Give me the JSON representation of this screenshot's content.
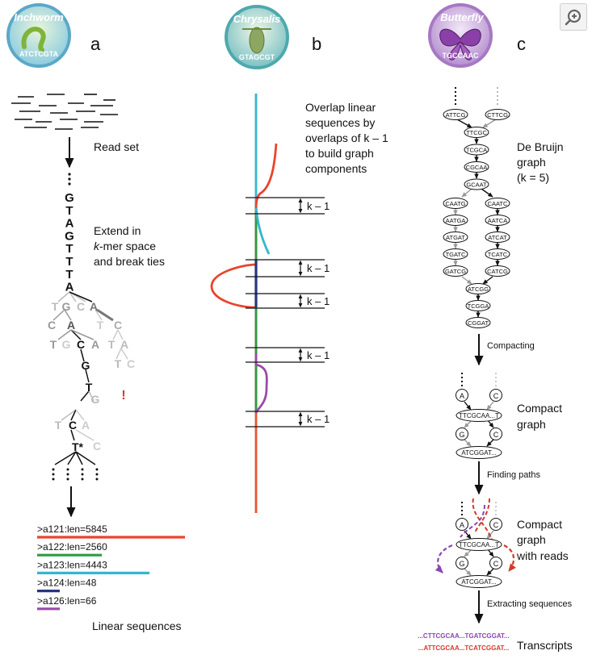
{
  "zoom_button": {
    "icon": "zoom-in-icon"
  },
  "panels": {
    "a": {
      "letter": "a",
      "badge": {
        "title": "Inchworm",
        "letters": "ATCTCGTA",
        "color": "#3aa0c0"
      },
      "read_set_label": "Read set",
      "sequence": [
        "G",
        "T",
        "A",
        "G",
        "T",
        "T",
        "T",
        "A"
      ],
      "extend_label_line1": "Extend in",
      "extend_label_line2_italic": "k",
      "extend_label_line2_rest": "-mer space",
      "extend_label_line3": "and break ties",
      "tree_labels": {
        "row1": [
          "T",
          "G",
          "C",
          "A"
        ],
        "row2": [
          "C",
          "A",
          "T",
          "C"
        ],
        "row3": [
          "T",
          "G",
          "C",
          "A",
          "T",
          "A"
        ],
        "row4": [
          "G",
          "T",
          "C"
        ],
        "row5": [
          "T",
          "G"
        ],
        "row6": [
          "T",
          "C",
          "A"
        ],
        "row7": [
          "T*",
          "C"
        ],
        "exclaim": "!"
      },
      "contigs": [
        {
          "label": ">a121:len=5845",
          "length": 5845,
          "color": "#e8452c"
        },
        {
          "label": ">a122:len=2560",
          "length": 2560,
          "color": "#2f9a43"
        },
        {
          "label": ">a123:len=4443",
          "length": 4443,
          "color": "#35b6cf"
        },
        {
          "label": ">a124:len=48",
          "length": 48,
          "color": "#27357d"
        },
        {
          "label": ">a126:len=66",
          "length": 66,
          "color": "#9a4aa8"
        }
      ],
      "linear_label": "Linear sequences"
    },
    "b": {
      "letter": "b",
      "badge": {
        "title": "Chrysalis",
        "letters": "GTAGCGT",
        "color": "#2f9aa0"
      },
      "text_lines": [
        "Overlap linear",
        "sequences by",
        "overlaps of k – 1",
        "to build graph",
        "components"
      ],
      "overlap_label": "k – 1"
    },
    "c": {
      "letter": "c",
      "badge": {
        "title": "Butterfly",
        "letters": "TGCCAAC",
        "color": "#9b5fb5"
      },
      "debruijn_label": [
        "De Bruijn",
        "graph",
        "(k = 5)"
      ],
      "nodes": {
        "top_left": "ATTCG",
        "top_right": "CTTCG",
        "chain": [
          "TTCGC",
          "TCGCA",
          "CGCAA",
          "GCAAT"
        ],
        "left_branch": [
          "CAATG",
          "AATGA",
          "ATGAT",
          "TGATC",
          "GATCG"
        ],
        "right_branch": [
          "CAATC",
          "AATCA",
          "ATCAT",
          "TCATC",
          "CATCG"
        ],
        "bottom": [
          "ATCGG",
          "TCGGA",
          "CGGAT"
        ]
      },
      "compacting_label": "Compacting",
      "compact_label": [
        "Compact",
        "graph"
      ],
      "compact_nodes": {
        "a": "A",
        "c": "C",
        "long": "TTCGCAA...T",
        "g": "G",
        "c2": "C",
        "end": "ATCGGAT..."
      },
      "finding_label": "Finding paths",
      "reads_label": [
        "Compact",
        "graph",
        "with reads"
      ],
      "extracting_label": "Extracting sequences",
      "transcripts": [
        {
          "text": "...CTTCGCAA...TGATCGGAT...",
          "color": "#8a46b0"
        },
        {
          "text": "...ATTCGCAA...TCATCGGAT...",
          "color": "#d23a2a"
        }
      ],
      "transcripts_label": "Transcripts"
    }
  }
}
